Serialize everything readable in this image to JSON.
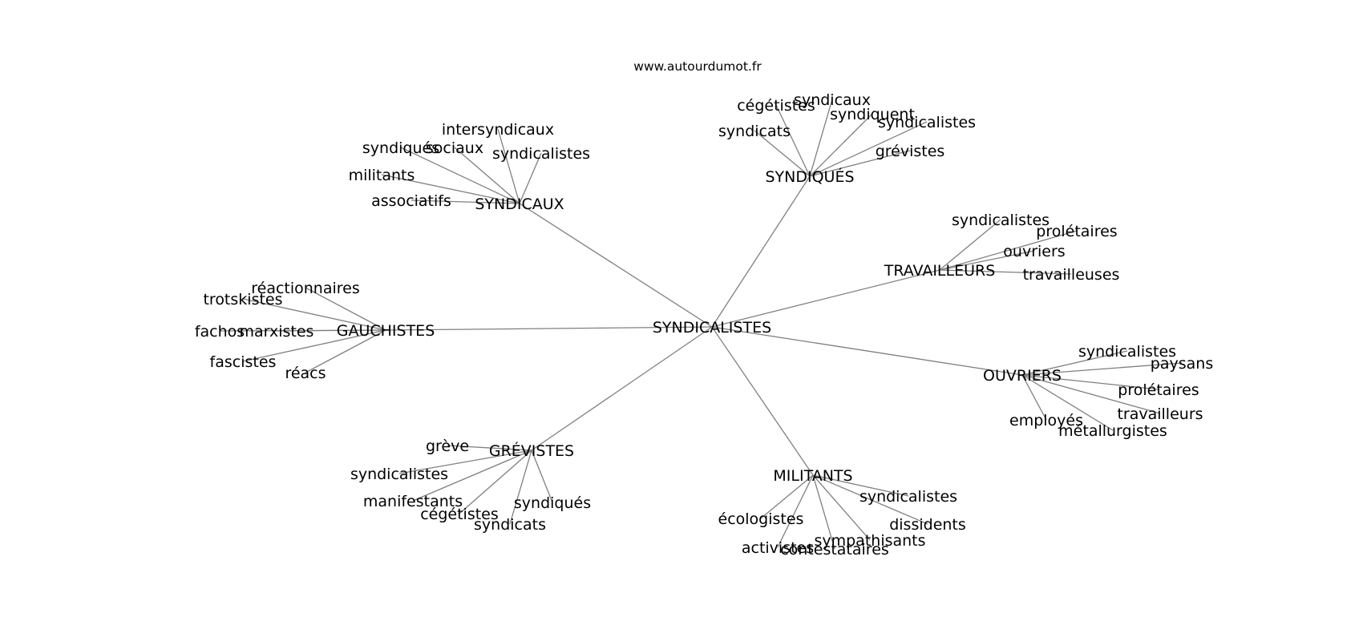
{
  "watermark": "www.autourdumot.fr",
  "root": "SYNDICALISTES",
  "clusters": [
    {
      "hub": "SYNDICAUX",
      "words": [
        "intersyndicaux",
        "sociaux",
        "syndiqués",
        "syndicalistes",
        "militants",
        "associatifs"
      ]
    },
    {
      "hub": "SYNDIQUÉS",
      "words": [
        "cégétistes",
        "syndicaux",
        "syndiquent",
        "syndicalistes",
        "syndicats",
        "grévistes"
      ]
    },
    {
      "hub": "TRAVAILLEURS",
      "words": [
        "syndicalistes",
        "prolétaires",
        "ouvriers",
        "travailleuses"
      ]
    },
    {
      "hub": "GAUCHISTES",
      "words": [
        "réactionnaires",
        "trotskistes",
        "fachos",
        "marxistes",
        "fascistes",
        "réacs"
      ]
    },
    {
      "hub": "OUVRIERS",
      "words": [
        "syndicalistes",
        "paysans",
        "prolétaires",
        "travailleurs",
        "employés",
        "métallurgistes"
      ]
    },
    {
      "hub": "GRÉVISTES",
      "words": [
        "grève",
        "syndicalistes",
        "manifestants",
        "cégétistes",
        "syndicats",
        "syndiqués"
      ]
    },
    {
      "hub": "MILITANTS",
      "words": [
        "syndicalistes",
        "écologistes",
        "dissidents",
        "sympathisants",
        "activistes",
        "contestataires"
      ]
    }
  ]
}
